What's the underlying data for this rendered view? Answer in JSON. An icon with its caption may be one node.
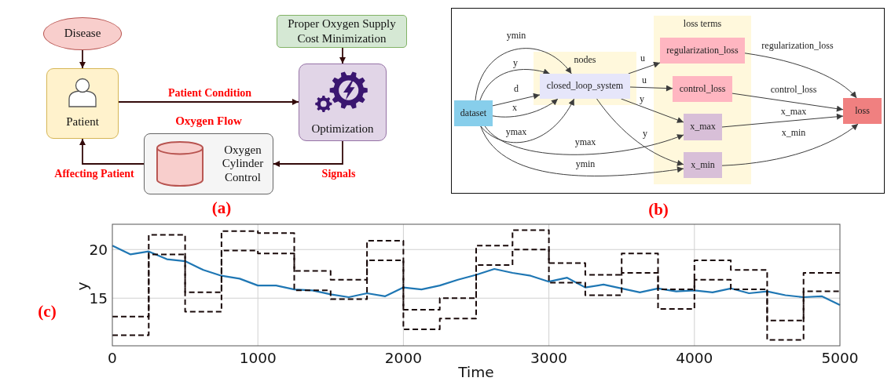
{
  "diagram": {
    "nodes": [
      {
        "text": [
          "Disease"
        ]
      },
      {
        "text": [
          "Patient"
        ]
      },
      {
        "text": [
          "Proper Oxygen Supply",
          "Cost Minimization"
        ]
      },
      {
        "text": [
          "Optimization"
        ]
      },
      {
        "text": [
          "Oxygen Flow",
          "Oxygen Cylinder Control"
        ]
      },
      {
        "text": [
          "dataset"
        ]
      },
      {
        "text": [
          "nodes"
        ]
      },
      {
        "text": [
          "closed_loop_system"
        ],
        "in": 6
      },
      {
        "text": [
          "loss terms"
        ]
      },
      {
        "text": [
          "regularization_loss"
        ],
        "in": 8
      },
      {
        "text": [
          "control_loss"
        ],
        "in": 8
      },
      {
        "text": [
          "x_max"
        ],
        "in": 8
      },
      {
        "text": [
          "x_min"
        ],
        "in": 8
      },
      {
        "text": [
          "loss"
        ]
      }
    ],
    "edges": [
      {
        "from": 0,
        "to": 1,
        "arrow": "to",
        "color": "#330a0a"
      },
      {
        "from": 1,
        "to": 3,
        "arrow": "to",
        "label": "Patient Condition",
        "color": "#330a0a"
      },
      {
        "from": 2,
        "to": 3,
        "arrow": "to",
        "color": "#330a0a"
      },
      {
        "from": 3,
        "to": 4,
        "arrow": "to",
        "label": "Signals",
        "color": "#330a0a"
      },
      {
        "from": 4,
        "to": 1,
        "arrow": "to",
        "label": "Affecting Patient",
        "color": "#330a0a"
      },
      {
        "from": 5,
        "to": 7,
        "arrow": "to",
        "label": "ymin"
      },
      {
        "from": 5,
        "to": 7,
        "arrow": "to",
        "label": "y"
      },
      {
        "from": 5,
        "to": 7,
        "arrow": "to",
        "label": "d"
      },
      {
        "from": 5,
        "to": 7,
        "arrow": "to",
        "label": "x"
      },
      {
        "from": 5,
        "to": 7,
        "arrow": "to",
        "label": "ymax"
      },
      {
        "from": 5,
        "to": 11,
        "arrow": "to",
        "label": "ymax"
      },
      {
        "from": 5,
        "to": 12,
        "arrow": "to",
        "label": "ymin"
      },
      {
        "from": 7,
        "to": 9,
        "arrow": "to",
        "label": "u"
      },
      {
        "from": 7,
        "to": 10,
        "arrow": "to",
        "label": "u"
      },
      {
        "from": 7,
        "to": 11,
        "arrow": "to",
        "label": "y"
      },
      {
        "from": 7,
        "to": 12,
        "arrow": "to",
        "label": "y"
      },
      {
        "from": 9,
        "to": 13,
        "arrow": "to",
        "label": "regularization_loss"
      },
      {
        "from": 10,
        "to": 13,
        "arrow": "to",
        "label": "control_loss"
      },
      {
        "from": 11,
        "to": 13,
        "arrow": "to",
        "label": "x_max"
      },
      {
        "from": 12,
        "to": 13,
        "arrow": "to",
        "label": "x_min"
      }
    ],
    "labels": [
      "(a)",
      "(b)",
      "(c)"
    ],
    "chart_data": {
      "type": "line",
      "xlabel": "Time",
      "ylabel": "y",
      "x": [
        0,
        125,
        250,
        250,
        375,
        500,
        500,
        625,
        750,
        750,
        875,
        1000,
        1000,
        1125,
        1250,
        1250,
        1375,
        1500,
        1500,
        1625,
        1750,
        1750,
        1875,
        2000,
        2000,
        2125,
        2250,
        2250,
        2375,
        2500,
        2500,
        2625,
        2750,
        2750,
        2875,
        3000,
        3000,
        3125,
        3250,
        3250,
        3375,
        3500,
        3500,
        3625,
        3750,
        3750,
        3875,
        4000,
        4000,
        4125,
        4250,
        4250,
        4375,
        4500,
        4500,
        4625,
        4750,
        4750,
        4875,
        5000
      ],
      "series": [
        {
          "color": "#1f77b4",
          "values": [
            20.4,
            19.5,
            19.8,
            19.8,
            19.0,
            18.8,
            18.8,
            17.9,
            17.3,
            17.3,
            17.0,
            16.3,
            16.3,
            16.3,
            15.9,
            15.9,
            15.8,
            15.4,
            15.4,
            15.1,
            15.5,
            15.5,
            15.2,
            16.1,
            16.1,
            15.9,
            16.3,
            16.3,
            16.9,
            17.4,
            17.4,
            18.0,
            17.6,
            17.6,
            17.3,
            16.7,
            16.7,
            17.1,
            16.1,
            16.1,
            16.4,
            16.0,
            16.0,
            15.6,
            16.0,
            16.0,
            15.7,
            15.8,
            15.8,
            15.6,
            16.0,
            16.0,
            15.5,
            15.7,
            15.7,
            15.3,
            15.1,
            15.1,
            15.2,
            14.3
          ]
        },
        {
          "color": "#1a0a0a",
          "line_style": "dashed",
          "values": [
            13.1,
            13.1,
            13.1,
            21.5,
            21.5,
            21.5,
            15.6,
            15.6,
            15.6,
            21.9,
            21.9,
            21.9,
            21.7,
            21.7,
            21.7,
            17.8,
            17.8,
            17.8,
            16.9,
            16.9,
            16.9,
            20.9,
            20.9,
            20.9,
            13.8,
            13.8,
            13.8,
            15.0,
            15.0,
            15.0,
            20.4,
            20.4,
            20.4,
            22.0,
            22.0,
            22.0,
            18.6,
            18.6,
            18.6,
            17.4,
            17.4,
            17.4,
            19.6,
            19.6,
            19.6,
            15.9,
            15.9,
            15.9,
            18.9,
            18.9,
            18.9,
            17.9,
            17.9,
            17.9,
            12.7,
            12.7,
            12.7,
            17.6,
            17.6,
            17.6
          ]
        },
        {
          "color": "#1a0a0a",
          "line_style": "dashed",
          "values": [
            11.2,
            11.2,
            11.2,
            19.5,
            19.5,
            19.5,
            13.6,
            13.6,
            13.6,
            19.9,
            19.9,
            19.9,
            19.6,
            19.6,
            19.6,
            15.8,
            15.8,
            15.8,
            14.9,
            14.9,
            14.9,
            18.9,
            18.9,
            18.9,
            11.8,
            11.8,
            11.8,
            12.9,
            12.9,
            12.9,
            18.4,
            18.4,
            18.4,
            20.0,
            20.0,
            20.0,
            16.6,
            16.6,
            16.6,
            15.3,
            15.3,
            15.3,
            17.6,
            17.6,
            17.6,
            13.9,
            13.9,
            13.9,
            16.9,
            16.9,
            16.9,
            15.9,
            15.9,
            15.9,
            10.7,
            10.7,
            10.7,
            15.7,
            15.7,
            15.7
          ]
        }
      ],
      "xlim": [
        0,
        5000
      ],
      "ylim": [
        10.1,
        22.6
      ],
      "xticks": [
        0,
        1000,
        2000,
        3000,
        4000,
        5000
      ],
      "yticks": [
        15,
        20
      ],
      "grid": true
    }
  }
}
